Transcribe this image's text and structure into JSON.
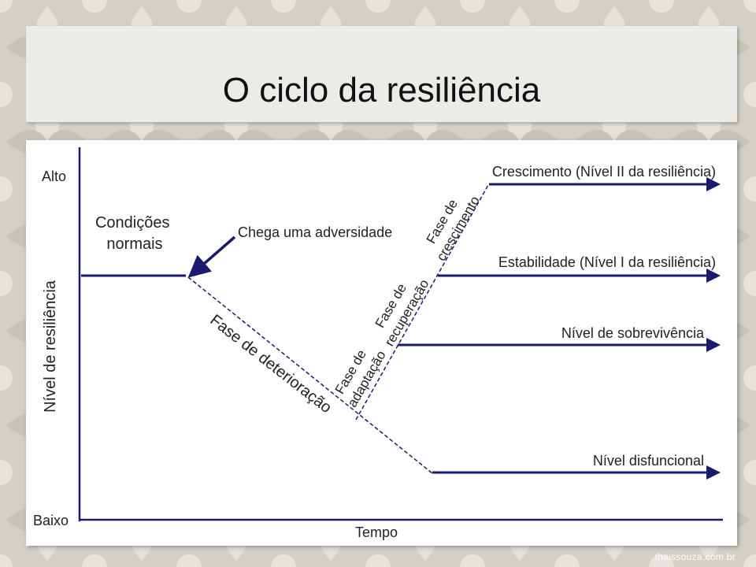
{
  "title": "O ciclo da resiliência",
  "axis": {
    "y_label": "Nível de resiliência",
    "y_high": "Alto",
    "y_low": "Baixo",
    "x_label": "Tempo"
  },
  "labels": {
    "normal": [
      "Condições",
      "normais"
    ],
    "adversity": "Chega uma adversidade",
    "growth": "Crescimento (Nível II da resiliência)",
    "stability": "Estabilidade (Nível I da resiliência)",
    "survival": "Nível de sobrevivência",
    "dysfunctional": "Nível disfuncional"
  },
  "phases": {
    "deterioration": "Fase de deterioração",
    "adaptation": [
      "Fase de",
      "adaptação"
    ],
    "recovery": [
      "Fase de",
      "recuperação"
    ],
    "growth": [
      "Fase de",
      "crescimento"
    ]
  },
  "watermark": "thaissouza.com.br",
  "colors": {
    "line": "#1a1a6e",
    "background": "#d2d0c6",
    "text": "#222222"
  }
}
